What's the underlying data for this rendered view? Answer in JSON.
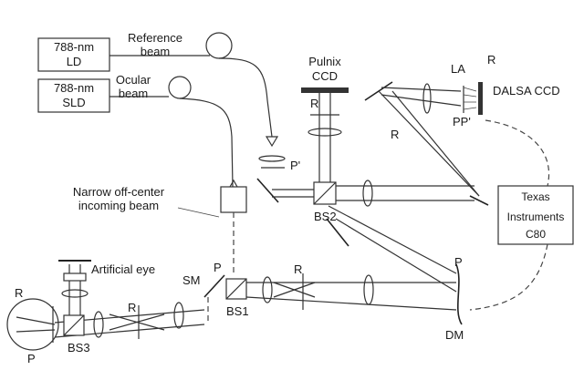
{
  "sources": {
    "ld": {
      "line1": "788-nm",
      "line2": "LD"
    },
    "sld": {
      "line1": "788-nm",
      "line2": "SLD"
    }
  },
  "labels": {
    "reference_beam": {
      "line1": "Reference",
      "line2": "beam"
    },
    "ocular_beam": {
      "line1": "Ocular",
      "line2": "beam"
    },
    "incoming_beam": {
      "line1": "Narrow off-center",
      "line2": "incoming beam"
    },
    "pulnix": {
      "line1": "Pulnix",
      "line2": "CCD"
    },
    "dalsa_ccd": "DALSA CCD",
    "texas_instruments": {
      "line1": "Texas",
      "line2": "Instruments",
      "line3": "C80"
    },
    "la": "LA",
    "pp_prime": "PP'",
    "p_prime": "P'",
    "p": "P",
    "r": "R",
    "bs1": "BS1",
    "bs2": "BS2",
    "bs3": "BS3",
    "sm": "SM",
    "dm": "DM",
    "artificial_eye": "Artificial eye"
  }
}
